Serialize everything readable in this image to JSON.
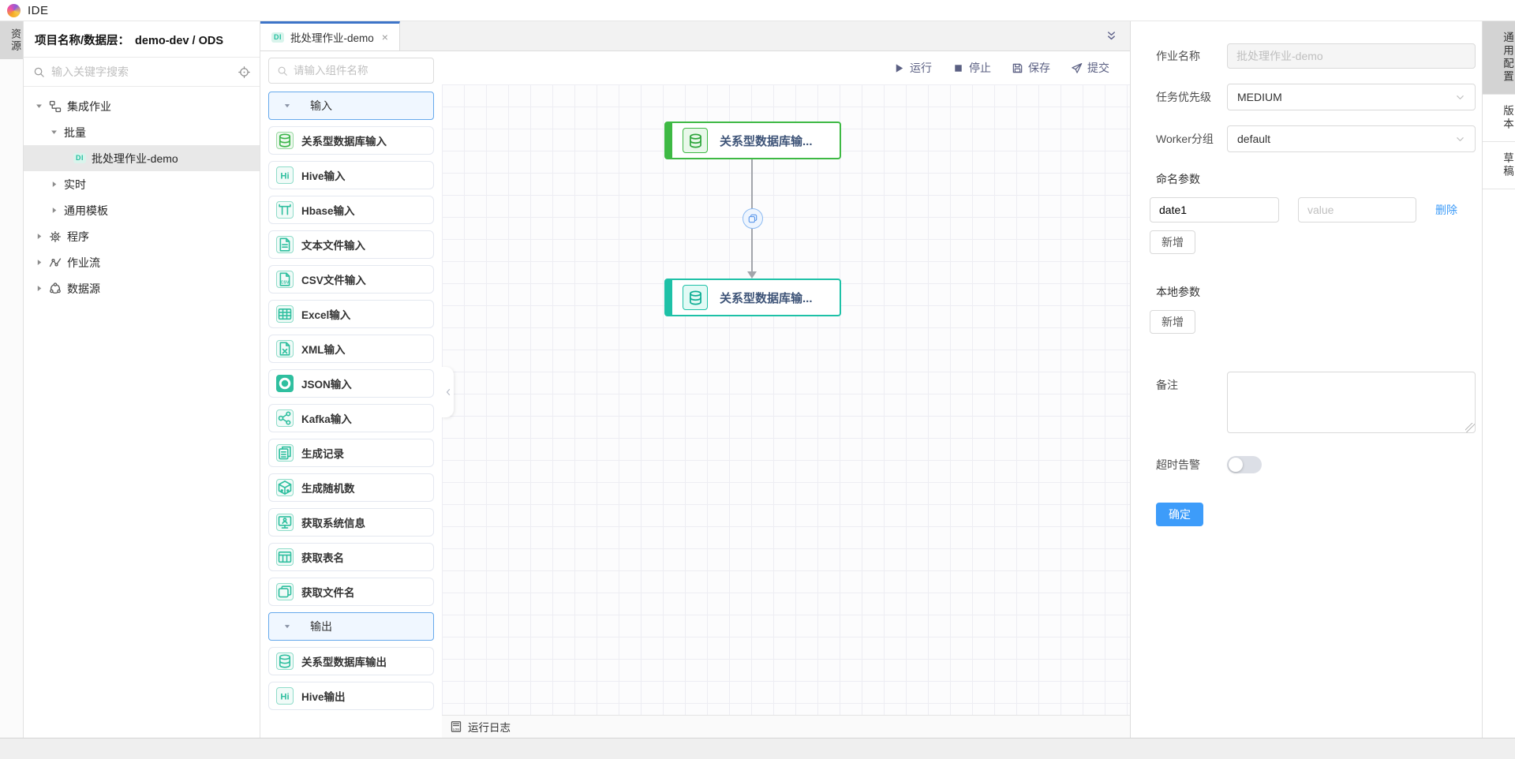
{
  "app": {
    "title": "IDE"
  },
  "left_tabs": {
    "resources": "资源"
  },
  "explorer": {
    "header_label": "项目名称/数据层：",
    "header_value": "demo-dev / ODS",
    "search_placeholder": "输入关键字搜索",
    "tree": [
      {
        "label": "集成作业",
        "level": 0,
        "caret": "down",
        "icon": "integration-icon"
      },
      {
        "label": "批量",
        "level": 1,
        "caret": "down"
      },
      {
        "label": "批处理作业-demo",
        "level": 2,
        "badge": "DI",
        "selected": true
      },
      {
        "label": "实时",
        "level": 1,
        "caret": "right"
      },
      {
        "label": "通用模板",
        "level": 1,
        "caret": "right"
      },
      {
        "label": "程序",
        "level": 0,
        "caret": "right",
        "icon": "gear-icon"
      },
      {
        "label": "作业流",
        "level": 0,
        "caret": "right",
        "icon": "workflow-icon"
      },
      {
        "label": "数据源",
        "level": 0,
        "caret": "right",
        "icon": "datasource-icon"
      }
    ]
  },
  "editor": {
    "tab": {
      "badge": "DI",
      "title": "批处理作业-demo",
      "close": "×"
    },
    "toolbar": [
      {
        "icon": "run-icon",
        "label": "运行"
      },
      {
        "icon": "stop-icon",
        "label": "停止"
      },
      {
        "icon": "save-icon",
        "label": "保存"
      },
      {
        "icon": "submit-icon",
        "label": "提交"
      }
    ],
    "palette": {
      "search_placeholder": "请输入组件名称",
      "groups": [
        {
          "label": "输入",
          "items": [
            {
              "icon": "database-input-icon",
              "variant": "green",
              "label": "关系型数据库输入"
            },
            {
              "icon": "hive-icon",
              "label": "Hive输入"
            },
            {
              "icon": "hbase-icon",
              "label": "Hbase输入"
            },
            {
              "icon": "text-file-icon",
              "label": "文本文件输入"
            },
            {
              "icon": "csv-file-icon",
              "label": "CSV文件输入"
            },
            {
              "icon": "excel-icon",
              "label": "Excel输入"
            },
            {
              "icon": "xml-icon",
              "label": "XML输入"
            },
            {
              "icon": "json-icon",
              "variant": "filled",
              "label": "JSON输入"
            },
            {
              "icon": "kafka-icon",
              "label": "Kafka输入"
            },
            {
              "icon": "records-icon",
              "label": "生成记录"
            },
            {
              "icon": "random-icon",
              "label": "生成随机数"
            },
            {
              "icon": "sysinfo-icon",
              "label": "获取系统信息"
            },
            {
              "icon": "table-name-icon",
              "label": "获取表名"
            },
            {
              "icon": "file-name-icon",
              "label": "获取文件名"
            }
          ]
        },
        {
          "label": "输出",
          "items": [
            {
              "icon": "database-output-icon",
              "label": "关系型数据库输出"
            },
            {
              "icon": "hive-icon",
              "label": "Hive输出"
            }
          ]
        }
      ]
    },
    "canvas": {
      "nodes": [
        {
          "label": "关系型数据库输...",
          "type": "input"
        },
        {
          "label": "关系型数据库输...",
          "type": "output"
        }
      ]
    },
    "log_bar": {
      "label": "运行日志"
    }
  },
  "config": {
    "job_name": {
      "label": "作业名称",
      "placeholder": "批处理作业-demo"
    },
    "priority": {
      "label": "任务优先级",
      "value": "MEDIUM"
    },
    "worker_group": {
      "label": "Worker分组",
      "value": "default"
    },
    "named_params": {
      "label": "命名参数",
      "rows": [
        {
          "key": "date1",
          "value_placeholder": "value",
          "delete_label": "删除"
        }
      ],
      "add_label": "新增"
    },
    "local_params": {
      "label": "本地参数",
      "add_label": "新增"
    },
    "remark": {
      "label": "备注"
    },
    "timeout": {
      "label": "超时告警",
      "enabled": false
    },
    "confirm_label": "确定"
  },
  "right_tabs": [
    {
      "label": "通用配置",
      "active": true
    },
    {
      "label": "版本",
      "active": false
    },
    {
      "label": "草稿",
      "active": false
    }
  ],
  "colors": {
    "tab_accent": "#3d74c8",
    "primary_blue": "#3d9cfa",
    "link_blue": "#3b9af8",
    "node_green": "#3eb944",
    "node_teal": "#1ec1a7",
    "toolbar_slate": "#5a5f82"
  }
}
